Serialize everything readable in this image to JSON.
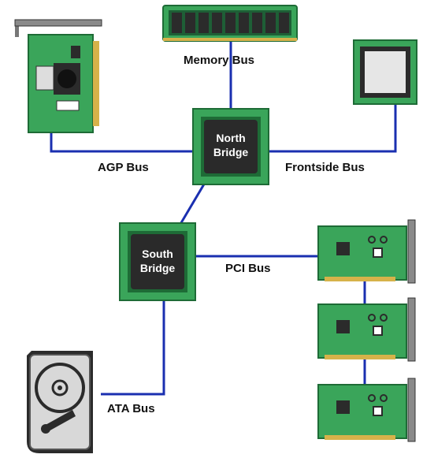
{
  "colors": {
    "bus": "#1a2fb0",
    "pcb": "#3aa55a",
    "pcb_dark": "#1e6b36",
    "chip": "#2a2a2a",
    "chip_border": "#3aa55a",
    "gold": "#d6b24a",
    "drive": "#d8d8d8",
    "drive_dark": "#2b2b2b"
  },
  "labels": {
    "memory_bus": "Memory Bus",
    "agp_bus": "AGP Bus",
    "frontside_bus": "Frontside Bus",
    "pci_bus": "PCI Bus",
    "ata_bus": "ATA Bus"
  },
  "chips": {
    "north_line1": "North",
    "north_line2": "Bridge",
    "south_line1": "South",
    "south_line2": "Bridge"
  },
  "icons": {
    "memory": "memory-module-icon",
    "agp_card": "agp-card-icon",
    "cpu": "cpu-icon",
    "hard_drive": "hard-drive-icon",
    "pci_card": "pci-card-icon"
  }
}
